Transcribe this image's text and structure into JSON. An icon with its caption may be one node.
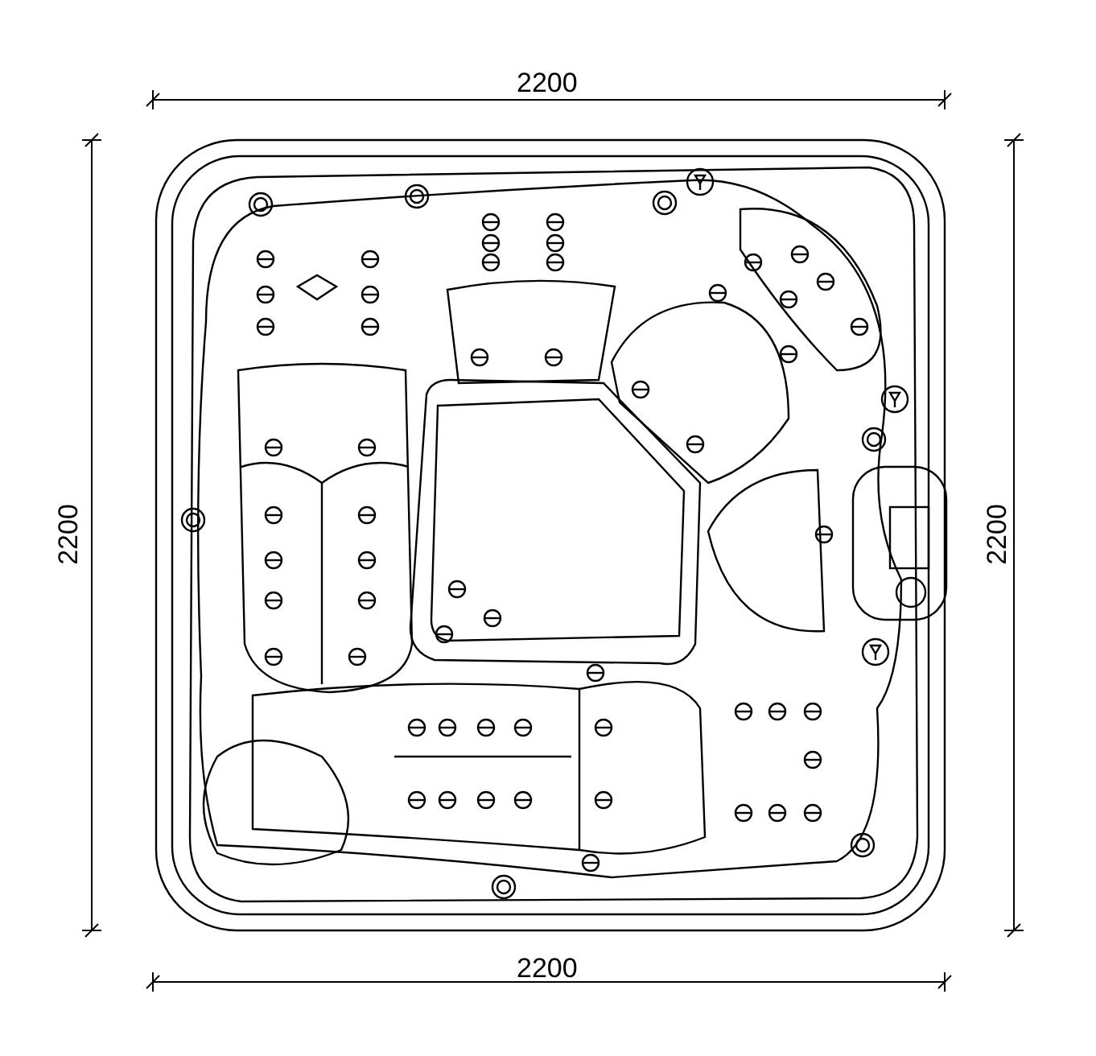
{
  "diagram": {
    "labels": [
      "2200",
      "2200",
      "2200",
      "2200"
    ]
  }
}
